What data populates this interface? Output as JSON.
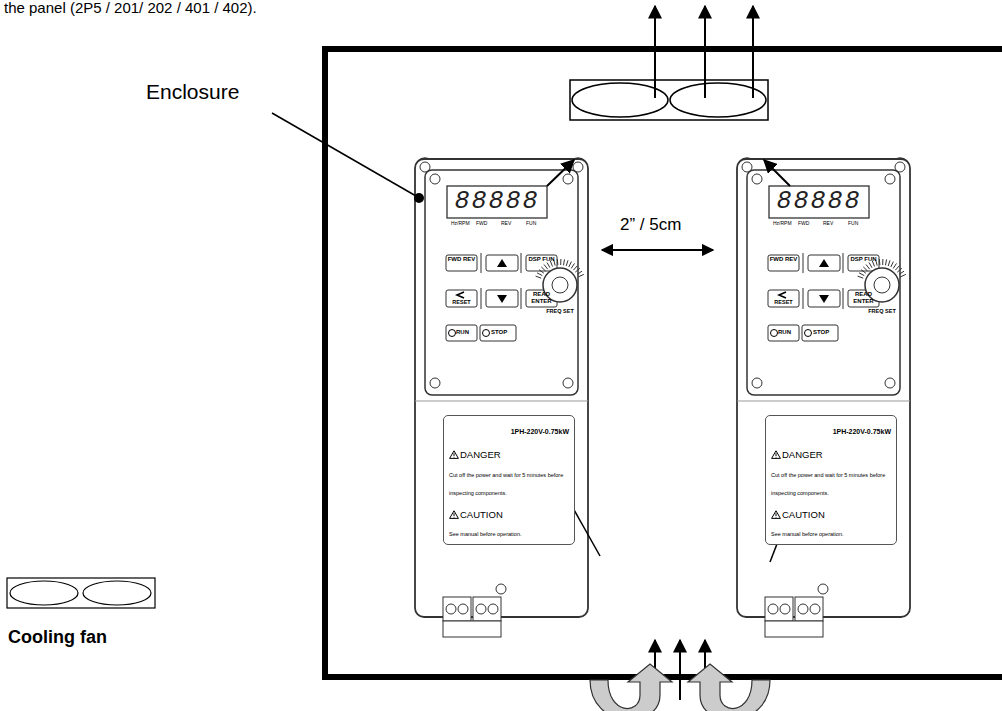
{
  "diagram": {
    "nodes": [
      {
        "text": [
          "1PH-220V-0.75kW",
          "DANGER",
          "Cut off the power and wait for 5 minutes before inspecting components.",
          "CAUTION",
          "See manual before operation."
        ]
      },
      {
        "text": [
          "1PH-220V-0.75kW",
          "DANGER",
          "Cut off the power and wait for 5 minutes before inspecting components.",
          "CAUTION",
          "See manual before operation."
        ]
      }
    ],
    "labels": [
      "the panel (2P5 / 201/ 202 / 401 / 402).",
      "Enclosure",
      "2” / 5cm",
      "Cooling fan",
      "88888",
      "Hz/RPM",
      "FWD",
      "REV",
      "FUN",
      "FWD REV",
      "DSP FUN",
      "RESET",
      "READ ENTER",
      "RUN",
      "STOP",
      "FREQ SET",
      "88888",
      "Hz/RPM",
      "FWD",
      "REV",
      "FUN",
      "FWD REV",
      "DSP FUN",
      "RESET",
      "READ ENTER",
      "RUN",
      "STOP",
      "FREQ SET"
    ]
  }
}
